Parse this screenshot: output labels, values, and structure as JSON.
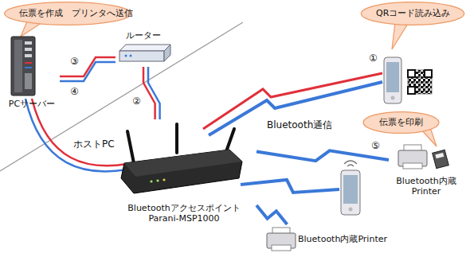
{
  "diagram": {
    "nodes": [
      {
        "text": [
          "伝票を作成　プリンタへ送信"
        ]
      },
      {
        "text": [
          "QRコード読み込み"
        ]
      },
      {
        "text": [
          "PCサーバー"
        ]
      },
      {
        "text": [
          "ルーター"
        ]
      },
      {
        "text": [
          "伝票を印刷"
        ]
      },
      {
        "text": [
          "Bluetoothアクセスポイント Parani-MSP1000"
        ]
      },
      {
        "text": [
          "Bluetooth内蔵 Printer"
        ]
      },
      {
        "text": [
          "Bluetooth内蔵Printer"
        ]
      }
    ],
    "edges": [
      {
        "from": 2,
        "to": 3,
        "arrow": "none"
      },
      {
        "from": 3,
        "to": 5,
        "arrow": "none"
      },
      {
        "from": 5,
        "to": 6,
        "arrow": "none",
        "label": "⑤"
      },
      {
        "from": 5,
        "to": 7,
        "arrow": "none"
      }
    ],
    "labels": [
      "③",
      "④",
      "②",
      "ホストPC",
      "①",
      "Bluetooth通信"
    ]
  }
}
